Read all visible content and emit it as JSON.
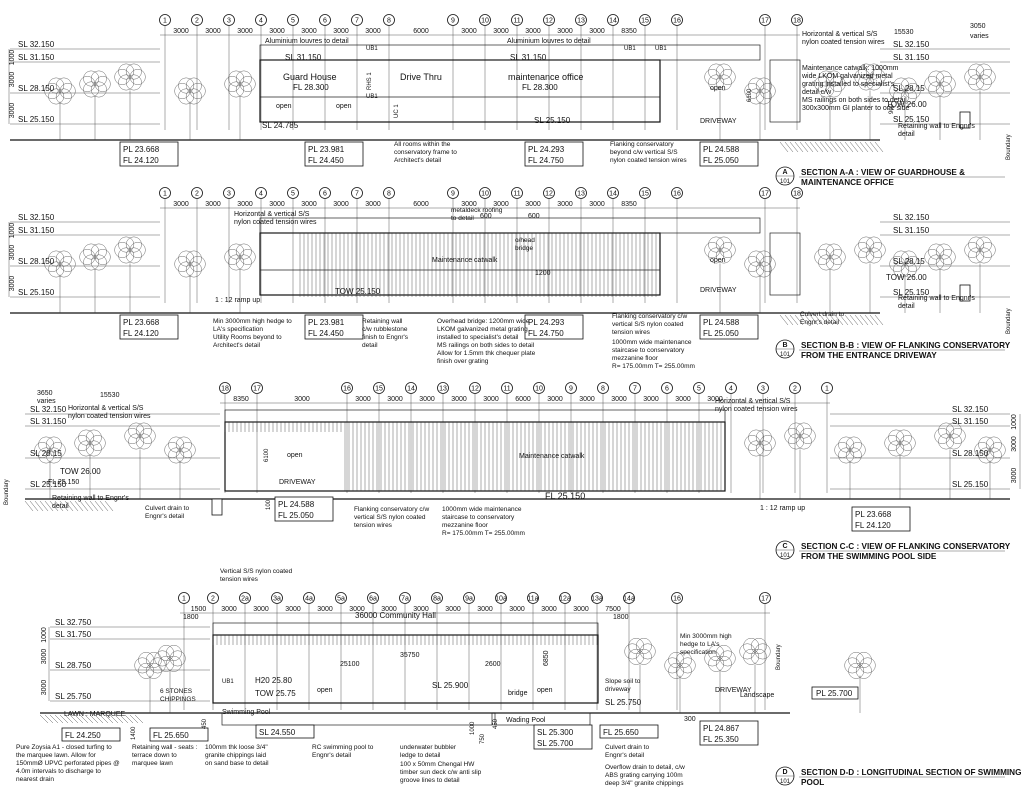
{
  "grid_top": [
    "1",
    "2",
    "3",
    "4",
    "5",
    "6",
    "7",
    "8",
    "9",
    "10",
    "11",
    "12",
    "13",
    "14",
    "15",
    "16",
    "17",
    "18"
  ],
  "grid_c": [
    "18",
    "17",
    "16",
    "15",
    "14",
    "13",
    "12",
    "11",
    "10",
    "9",
    "8",
    "7",
    "6",
    "5",
    "4",
    "3",
    "2",
    "1"
  ],
  "grid_d": [
    "1",
    "2",
    "2a",
    "3a",
    "4a",
    "5a",
    "6a",
    "7a",
    "8a",
    "9a",
    "10a",
    "11a",
    "12a",
    "13a",
    "14a",
    "16",
    "17"
  ],
  "dims_top": [
    "3000",
    "3000",
    "3000",
    "3000",
    "3000",
    "3000",
    "3000",
    "6000",
    "3000",
    "3000",
    "3000",
    "3000",
    "3000",
    "8350"
  ],
  "dims_c": [
    "8350",
    "3000",
    "3000",
    "3000",
    "3000",
    "3000",
    "3000",
    "6000",
    "3000",
    "3000",
    "3000",
    "3000",
    "3000",
    "3000"
  ],
  "dims_d": [
    "1500",
    "3000",
    "3000",
    "3000",
    "3000",
    "3000",
    "3000",
    "3000",
    "3000",
    "3000",
    "3000",
    "3000",
    "3000",
    "7500"
  ],
  "sections": [
    {
      "ref": "A",
      "sheet": "101",
      "title1": "SECTION A-A : VIEW OF GUARDHOUSE &",
      "title2": "MAINTENANCE OFFICE",
      "levels_left": [
        "SL 32.150",
        "SL 31.150",
        "SL 28.150",
        "SL 25.150"
      ],
      "levels_right": [
        "SL 32.150",
        "SL 31.150",
        "SL 28.15",
        "SL 25.150"
      ],
      "vdims": [
        "1000",
        "3000",
        "3000"
      ],
      "notes": [
        {
          "id": "louvres1",
          "text": "Aluminium louvres to detail"
        },
        {
          "id": "louvres2",
          "text": "Aluminium louvres to detail"
        },
        {
          "id": "sl31",
          "text": "SL 31.150"
        },
        {
          "id": "sl31b",
          "text": "SL 31.150"
        },
        {
          "id": "gh",
          "text": "Guard House"
        },
        {
          "id": "ghfl",
          "text": "FL 28.300"
        },
        {
          "id": "drive",
          "text": "Drive Thru"
        },
        {
          "id": "mo",
          "text": "maintenance office"
        },
        {
          "id": "mofl",
          "text": "FL 28.300"
        },
        {
          "id": "ub1a",
          "text": "UB1"
        },
        {
          "id": "ub1b",
          "text": "UB1"
        },
        {
          "id": "ub1c",
          "text": "UB1"
        },
        {
          "id": "ub1d",
          "text": "UB1"
        },
        {
          "id": "rhs1",
          "text": "RHS 1"
        },
        {
          "id": "uc1",
          "text": "UC 1"
        },
        {
          "id": "op1",
          "text": "open"
        },
        {
          "id": "op2",
          "text": "open"
        },
        {
          "id": "op3",
          "text": "open"
        },
        {
          "id": "sl24",
          "text": "SL 24.785"
        },
        {
          "id": "sl25",
          "text": "SL 25.150"
        },
        {
          "id": "dw",
          "text": "DRIVEWAY"
        },
        {
          "id": "tow",
          "text": "TOW 26.00"
        },
        {
          "id": "d6100",
          "text": "6100"
        },
        {
          "id": "d900",
          "text": "900"
        },
        {
          "id": "d15530",
          "text": "15530"
        },
        {
          "id": "d3050",
          "text": "3050"
        },
        {
          "id": "varies",
          "text": "varies"
        },
        {
          "id": "horiz",
          "text": "Horizontal & vertical S/S"
        },
        {
          "id": "horiz2",
          "text": "nylon coated tension wires"
        },
        {
          "id": "mc1",
          "text": "Maintenance catwalk: 1000mm"
        },
        {
          "id": "mc2",
          "text": "wide LKOM galvanized metal"
        },
        {
          "id": "mc3",
          "text": "grating installed to specialist's"
        },
        {
          "id": "mc4",
          "text": "detail c/w"
        },
        {
          "id": "ms1",
          "text": "MS railings on both sides to detail"
        },
        {
          "id": "ms2",
          "text": "300x300mm GI planter to one side"
        },
        {
          "id": "rw1",
          "text": "Retaining wall to Engnr's"
        },
        {
          "id": "rw2",
          "text": "detail"
        },
        {
          "id": "bnd",
          "text": "Boundary"
        },
        {
          "id": "ar1",
          "text": "All rooms within the"
        },
        {
          "id": "ar2",
          "text": "conservatory frame to"
        },
        {
          "id": "ar3",
          "text": "Architect's detail"
        },
        {
          "id": "fc1",
          "text": "Flanking conservatory"
        },
        {
          "id": "fc2",
          "text": "beyond c/w vertical S/S"
        },
        {
          "id": "fc3",
          "text": "nylon coated tension wires"
        }
      ],
      "pls": [
        {
          "pl": "PL 23.668",
          "fl": "FL 24.120"
        },
        {
          "pl": "PL 23.981",
          "fl": "FL 24.450"
        },
        {
          "pl": "PL 24.293",
          "fl": "FL 24.750"
        },
        {
          "pl": "PL 24.588",
          "fl": "FL 25.050"
        }
      ]
    },
    {
      "ref": "B",
      "sheet": "101",
      "title1": "SECTION B-B : VIEW OF FLANKING CONSERVATORY",
      "title2": "FROM THE  ENTRANCE DRIVEWAY",
      "levels_left": [
        "SL 32.150",
        "SL 31.150",
        "SL 28.150",
        "SL 25.150"
      ],
      "levels_right": [
        "SL 32.150",
        "SL 31.150",
        "SL 28.15",
        "SL 25.150"
      ],
      "vdims": [
        "1000",
        "3000",
        "3000"
      ],
      "notes": [
        {
          "id": "horiz",
          "text": "Horizontal & vertical S/S"
        },
        {
          "id": "horiz2",
          "text": "nylon coated tension wires"
        },
        {
          "id": "md1",
          "text": "metaldeck roofing"
        },
        {
          "id": "md2",
          "text": "to detail"
        },
        {
          "id": "d600a",
          "text": "600"
        },
        {
          "id": "d600b",
          "text": "600"
        },
        {
          "id": "ohb1",
          "text": "o/head"
        },
        {
          "id": "ohb2",
          "text": "bridge"
        },
        {
          "id": "mcat",
          "text": "Maintenance catwalk"
        },
        {
          "id": "d1200",
          "text": "1200"
        },
        {
          "id": "tow",
          "text": "TOW 25.150"
        },
        {
          "id": "ramp",
          "text": "1 : 12 ramp up"
        },
        {
          "id": "hedge1",
          "text": "Min 3000mm high hedge to"
        },
        {
          "id": "hedge2",
          "text": "LA's specification"
        },
        {
          "id": "ur1",
          "text": "Utility Rooms beyond to"
        },
        {
          "id": "ur2",
          "text": "Architect's detail"
        },
        {
          "id": "rw1",
          "text": "Retaining wall"
        },
        {
          "id": "rw2",
          "text": "c/w rubblestone"
        },
        {
          "id": "rw3",
          "text": "finish to Engnr's"
        },
        {
          "id": "rw4",
          "text": "detail"
        },
        {
          "id": "ob1",
          "text": "Overhead bridge: 1200mm wide"
        },
        {
          "id": "ob2",
          "text": "LKOM galvanized metal grating"
        },
        {
          "id": "ob3",
          "text": "installed to specialist's detail"
        },
        {
          "id": "ob4",
          "text": "MS railings on both sides to detail"
        },
        {
          "id": "ob5",
          "text": "Allow for 1.5mm thk chequer plate"
        },
        {
          "id": "ob6",
          "text": "finish over grating"
        },
        {
          "id": "fc1",
          "text": "Flanking conservatory  c/w"
        },
        {
          "id": "fc2",
          "text": "vertical S/S nylon coated"
        },
        {
          "id": "fc3",
          "text": "tension wires"
        },
        {
          "id": "ms1",
          "text": "1000mm wide maintenance"
        },
        {
          "id": "ms2",
          "text": "staircase to conservatory"
        },
        {
          "id": "ms3",
          "text": "mezzanine floor"
        },
        {
          "id": "ms4",
          "text": "R= 175.00mm T= 255.00mm"
        },
        {
          "id": "dw",
          "text": "DRIVEWAY"
        },
        {
          "id": "op",
          "text": "open"
        },
        {
          "id": "cd1",
          "text": "Culvert drain to"
        },
        {
          "id": "cd2",
          "text": "Engnr's detail"
        },
        {
          "id": "towr",
          "text": "TOW 26.00"
        },
        {
          "id": "rwr1",
          "text": "Retaining wall to Engnr's"
        },
        {
          "id": "rwr2",
          "text": "detail"
        },
        {
          "id": "bnd",
          "text": "Boundary"
        }
      ],
      "pls": [
        {
          "pl": "PL 23.668",
          "fl": "FL 24.120"
        },
        {
          "pl": "PL 23.981",
          "fl": "FL 24.450"
        },
        {
          "pl": "PL 24.293",
          "fl": "FL 24.750"
        },
        {
          "pl": "PL 24.588",
          "fl": "FL 25.050"
        }
      ]
    },
    {
      "ref": "C",
      "sheet": "101",
      "title1": "SECTION C-C : VIEW OF FLANKING CONSERVATORY",
      "title2": "FROM THE SWIMMING POOL SIDE",
      "levels_left": [
        "SL 32.150",
        "SL 31.150",
        "SL 28.15",
        "SL 25.150"
      ],
      "levels_right": [
        "SL 32.150",
        "SL 31.150",
        "SL 28.150",
        "SL 25.150"
      ],
      "vdims": [
        "1000",
        "3000",
        "3000"
      ],
      "notes": [
        {
          "id": "d3650",
          "text": "3650"
        },
        {
          "id": "varies",
          "text": "varies"
        },
        {
          "id": "d15530",
          "text": "15530"
        },
        {
          "id": "horiz",
          "text": "Horizontal & vertical S/S"
        },
        {
          "id": "horiz2",
          "text": "nylon coated tension wires"
        },
        {
          "id": "horizr",
          "text": "Horizontal & vertical S/S"
        },
        {
          "id": "horizr2",
          "text": "nylon coated tension wires"
        },
        {
          "id": "tow",
          "text": "TOW 26.00"
        },
        {
          "id": "rw1",
          "text": "Retaining wall to Engnr's"
        },
        {
          "id": "rw2",
          "text": "detail"
        },
        {
          "id": "cd1",
          "text": "Culvert drain to"
        },
        {
          "id": "cd2",
          "text": "Engnr's detail"
        },
        {
          "id": "dw",
          "text": "DRIVEWAY"
        },
        {
          "id": "op",
          "text": "open"
        },
        {
          "id": "d6100",
          "text": "6100"
        },
        {
          "id": "mcat",
          "text": "Maintenance catwalk"
        },
        {
          "id": "fl25",
          "text": "FL 25.150"
        },
        {
          "id": "fc1",
          "text": "Flanking conservatory  c/w"
        },
        {
          "id": "fc2",
          "text": "vertical S/S nylon coated"
        },
        {
          "id": "fc3",
          "text": "tension wires"
        },
        {
          "id": "ms1",
          "text": "1000mm wide maintenance"
        },
        {
          "id": "ms2",
          "text": "staircase to conservatory"
        },
        {
          "id": "ms3",
          "text": "mezzanine floor"
        },
        {
          "id": "ms4",
          "text": "R= 175.00mm T= 255.00mm"
        },
        {
          "id": "ramp",
          "text": "1 : 12 ramp up"
        },
        {
          "id": "d100",
          "text": "100"
        },
        {
          "id": "bnd",
          "text": "Boundary"
        }
      ],
      "pls": [
        {
          "pl": "PL 24.588",
          "fl": "FL 25.050"
        },
        {
          "pl": "PL 23.668",
          "fl": "FL 24.120"
        }
      ]
    },
    {
      "ref": "D",
      "sheet": "101",
      "title1": "SECTION D-D : LONGITUDINAL SECTION OF SWIMMING",
      "title2": "POOL",
      "levels_left": [
        "SL 32.750",
        "SL 31.750",
        "SL 28.750",
        "SL 25.750"
      ],
      "vdims": [
        "1000",
        "3000",
        "3000"
      ],
      "notes": [
        {
          "id": "vw1",
          "text": "Vertical S/S nylon coated"
        },
        {
          "id": "vw2",
          "text": "tension wires"
        },
        {
          "id": "ch",
          "text": "36000 Community Hall"
        },
        {
          "id": "d1800",
          "text": "1800"
        },
        {
          "id": "d1800b",
          "text": "1800"
        },
        {
          "id": "d25100",
          "text": "25100"
        },
        {
          "id": "d35750",
          "text": "35750"
        },
        {
          "id": "d2600",
          "text": "2600"
        },
        {
          "id": "d6850",
          "text": "6850"
        },
        {
          "id": "h20",
          "text": "H20 25.80"
        },
        {
          "id": "tow",
          "text": "TOW 25.75"
        },
        {
          "id": "op1",
          "text": "open"
        },
        {
          "id": "op2",
          "text": "open"
        },
        {
          "id": "sl259",
          "text": "SL 25.900"
        },
        {
          "id": "bridge",
          "text": "bridge"
        },
        {
          "id": "slope1",
          "text": "Slope soil to"
        },
        {
          "id": "slope2",
          "text": "driveway"
        },
        {
          "id": "sl2575",
          "text": "SL 25.750"
        },
        {
          "id": "dw",
          "text": "DRIVEWAY"
        },
        {
          "id": "hedge1",
          "text": "Min 3000mm high"
        },
        {
          "id": "hedge2",
          "text": "hedge to LA's"
        },
        {
          "id": "hedge3",
          "text": "specification"
        },
        {
          "id": "ls",
          "text": "Landscape"
        },
        {
          "id": "bnd",
          "text": "Boundary"
        },
        {
          "id": "pl257",
          "text": "PL 25.700"
        },
        {
          "id": "stones1",
          "text": "6 STONES"
        },
        {
          "id": "stones2",
          "text": "CHIPPINGS"
        },
        {
          "id": "lawn",
          "text": "LAWN : MARQUEE"
        },
        {
          "id": "sp",
          "text": "Swimming Pool"
        },
        {
          "id": "wp",
          "text": "Wading Pool"
        },
        {
          "id": "ub1",
          "text": "UB1"
        },
        {
          "id": "d1400",
          "text": "1400"
        },
        {
          "id": "d450",
          "text": "450"
        },
        {
          "id": "d450b",
          "text": "450"
        },
        {
          "id": "d1000",
          "text": "1000"
        },
        {
          "id": "d300",
          "text": "300"
        },
        {
          "id": "d750",
          "text": "750"
        },
        {
          "id": "pz1",
          "text": "Pure Zoysia A1 - closed turfing to"
        },
        {
          "id": "pz2",
          "text": "the marquee lawn. Allow for"
        },
        {
          "id": "pz3",
          "text": "150mmØ UPVC perforated pipes @"
        },
        {
          "id": "pz4",
          "text": "4.0m intervals to discharge to"
        },
        {
          "id": "pz5",
          "text": "nearest drain"
        },
        {
          "id": "rws1",
          "text": "Retaining wall - seats :"
        },
        {
          "id": "rws2",
          "text": "terrace down to"
        },
        {
          "id": "rws3",
          "text": "marquee lawn"
        },
        {
          "id": "gr1",
          "text": "100mm thk loose 3/4\""
        },
        {
          "id": "gr2",
          "text": "granite chippings laid"
        },
        {
          "id": "gr3",
          "text": "on sand base to detail"
        },
        {
          "id": "rc1",
          "text": "RC swimming pool to"
        },
        {
          "id": "rc2",
          "text": "Engnr's detail"
        },
        {
          "id": "ub01",
          "text": "underwater bubbler"
        },
        {
          "id": "ub02",
          "text": "ledge to detail"
        },
        {
          "id": "hw1",
          "text": "100 x 50mm Chengal HW"
        },
        {
          "id": "hw2",
          "text": "timber sun deck c/w anti slip"
        },
        {
          "id": "hw3",
          "text": "groove lines to detail"
        },
        {
          "id": "of1",
          "text": "Overflow drain to detail, c/w"
        },
        {
          "id": "of2",
          "text": "ABS grating carrying 100m"
        },
        {
          "id": "of3",
          "text": "deep 3/4\" granite chippings"
        },
        {
          "id": "cd1",
          "text": "Culvert drain to"
        },
        {
          "id": "cd2",
          "text": "Engnr's detail"
        }
      ],
      "pls": [
        {
          "pl": "FL 24.250",
          "fl": ""
        },
        {
          "pl": "FL 25.650",
          "fl": ""
        },
        {
          "pl": "SL 24.550",
          "fl": ""
        },
        {
          "pl": "SL 25.300",
          "fl": "SL 25.700"
        },
        {
          "pl": "FL 25.650",
          "fl": ""
        },
        {
          "pl": "PL 24.867",
          "fl": "FL 25.350"
        }
      ]
    }
  ]
}
